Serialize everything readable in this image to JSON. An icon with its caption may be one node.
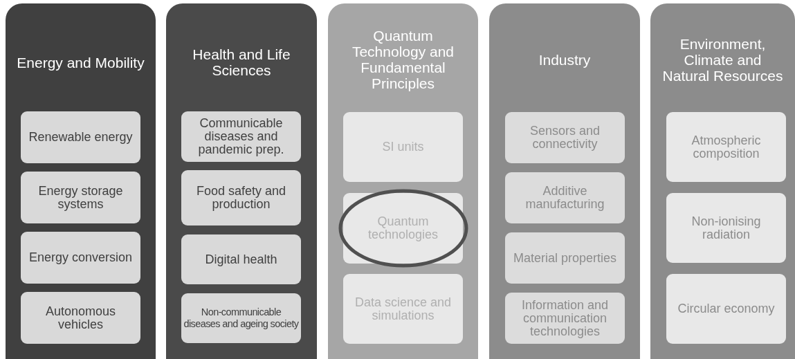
{
  "diagram": {
    "nodes": [
      {
        "text": [
          "Energy and Mobility"
        ]
      },
      {
        "text": [
          "Renewable energy"
        ],
        "in": 0
      },
      {
        "text": [
          "Energy storage systems"
        ],
        "in": 0
      },
      {
        "text": [
          "Energy conversion"
        ],
        "in": 0
      },
      {
        "text": [
          "Autonomous vehicles"
        ],
        "in": 0
      },
      {
        "text": [
          "Health and Life Sciences"
        ]
      },
      {
        "text": [
          "Communicable diseases and pandemic prep."
        ],
        "in": 5
      },
      {
        "text": [
          "Food safety and production"
        ],
        "in": 5
      },
      {
        "text": [
          "Digital health"
        ],
        "in": 5
      },
      {
        "text": [
          "Non-communicable diseases and ageing society"
        ],
        "in": 5
      },
      {
        "text": [
          "Quantum Technology and Fundamental Principles"
        ]
      },
      {
        "text": [
          "SI units"
        ],
        "in": 10
      },
      {
        "text": [
          "Quantum technologies"
        ],
        "in": 10
      },
      {
        "text": [
          "Data science and simulations"
        ],
        "in": 10
      },
      {
        "text": [
          "Industry"
        ]
      },
      {
        "text": [
          "Sensors and connectivity"
        ],
        "in": 14
      },
      {
        "text": [
          "Additive manufacturing"
        ],
        "in": 14
      },
      {
        "text": [
          "Material properties"
        ],
        "in": 14
      },
      {
        "text": [
          "Information and communication technologies"
        ],
        "in": 14
      },
      {
        "text": [
          "Environment, Climate and Natural Resources"
        ]
      },
      {
        "text": [
          "Atmospheric composition"
        ],
        "in": 19
      },
      {
        "text": [
          "Non-ionising radiation"
        ],
        "in": 19
      },
      {
        "text": [
          "Circular economy"
        ],
        "in": 19
      }
    ]
  }
}
